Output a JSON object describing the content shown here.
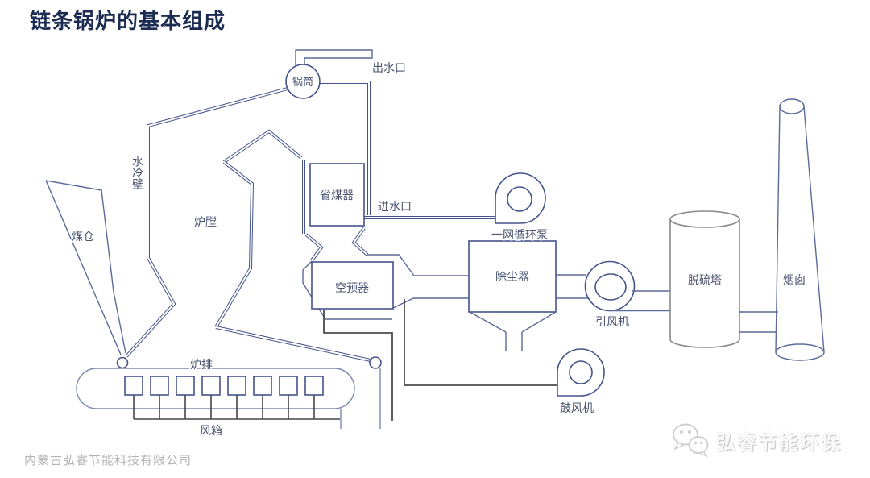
{
  "page": {
    "title": "链条锅炉的基本组成"
  },
  "footer": {
    "company": "内蒙古弘睿节能科技有限公司",
    "brand": "弘睿节能环保",
    "brand_icon": "wechat-bubbles-icon"
  },
  "colors": {
    "title": "#1c2b52",
    "diagram_line": "#44538a",
    "diagram_line_light": "#7b89b4",
    "air_duct_dark": "#4b4b4b",
    "tower_gray": "#8a8a8a",
    "label_text": "#4a5470",
    "footer_gray": "#b4b4b4"
  },
  "diagram": {
    "labels": {
      "drum": "锅筒",
      "water_outlet": "出水口",
      "water_wall": "水冷壁",
      "coal_bunker": "煤仓",
      "furnace": "炉膛",
      "economizer": "省煤器",
      "water_inlet": "进水口",
      "circulating_pump": "一网循环泵",
      "air_preheater": "空预器",
      "dust_collector": "除尘器",
      "induced_draft_fan": "引风机",
      "blower_fan": "鼓风机",
      "desulfurization_tower": "脱硫塔",
      "chimney": "烟囱",
      "grate": "炉排",
      "air_box": "风箱"
    }
  }
}
